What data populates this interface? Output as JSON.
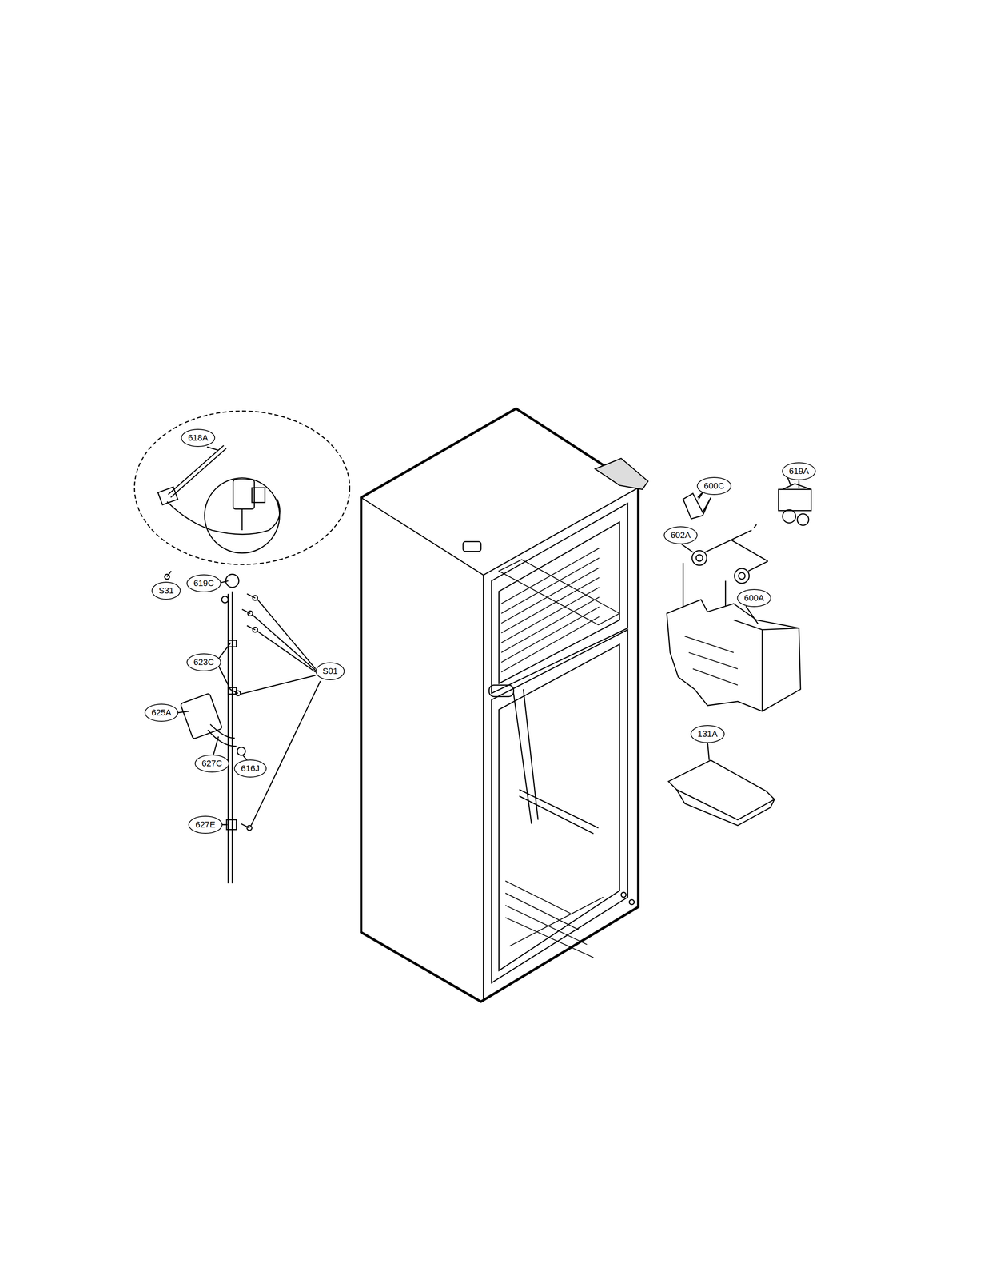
{
  "diagram": {
    "labels": [
      "618A",
      "S31",
      "619C",
      "623C",
      "S01",
      "625A",
      "627C",
      "616J",
      "627E",
      "619A",
      "600C",
      "602A",
      "600A",
      "131A"
    ]
  }
}
